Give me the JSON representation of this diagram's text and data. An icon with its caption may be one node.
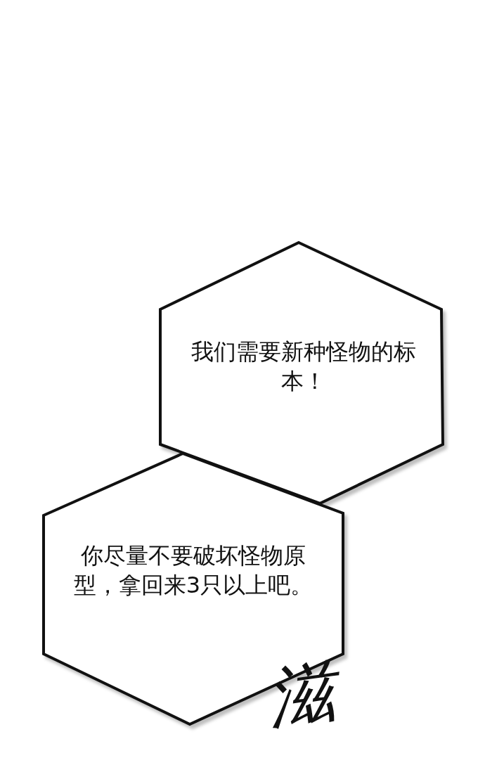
{
  "diagram": {
    "nodes": [
      {
        "text": [
          "我们需要新种怪物的标本！"
        ]
      },
      {
        "text": [
          "你尽量不要破坏怪物原型，拿回来3只以上吧。"
        ]
      }
    ],
    "labels": [
      "滋"
    ]
  }
}
